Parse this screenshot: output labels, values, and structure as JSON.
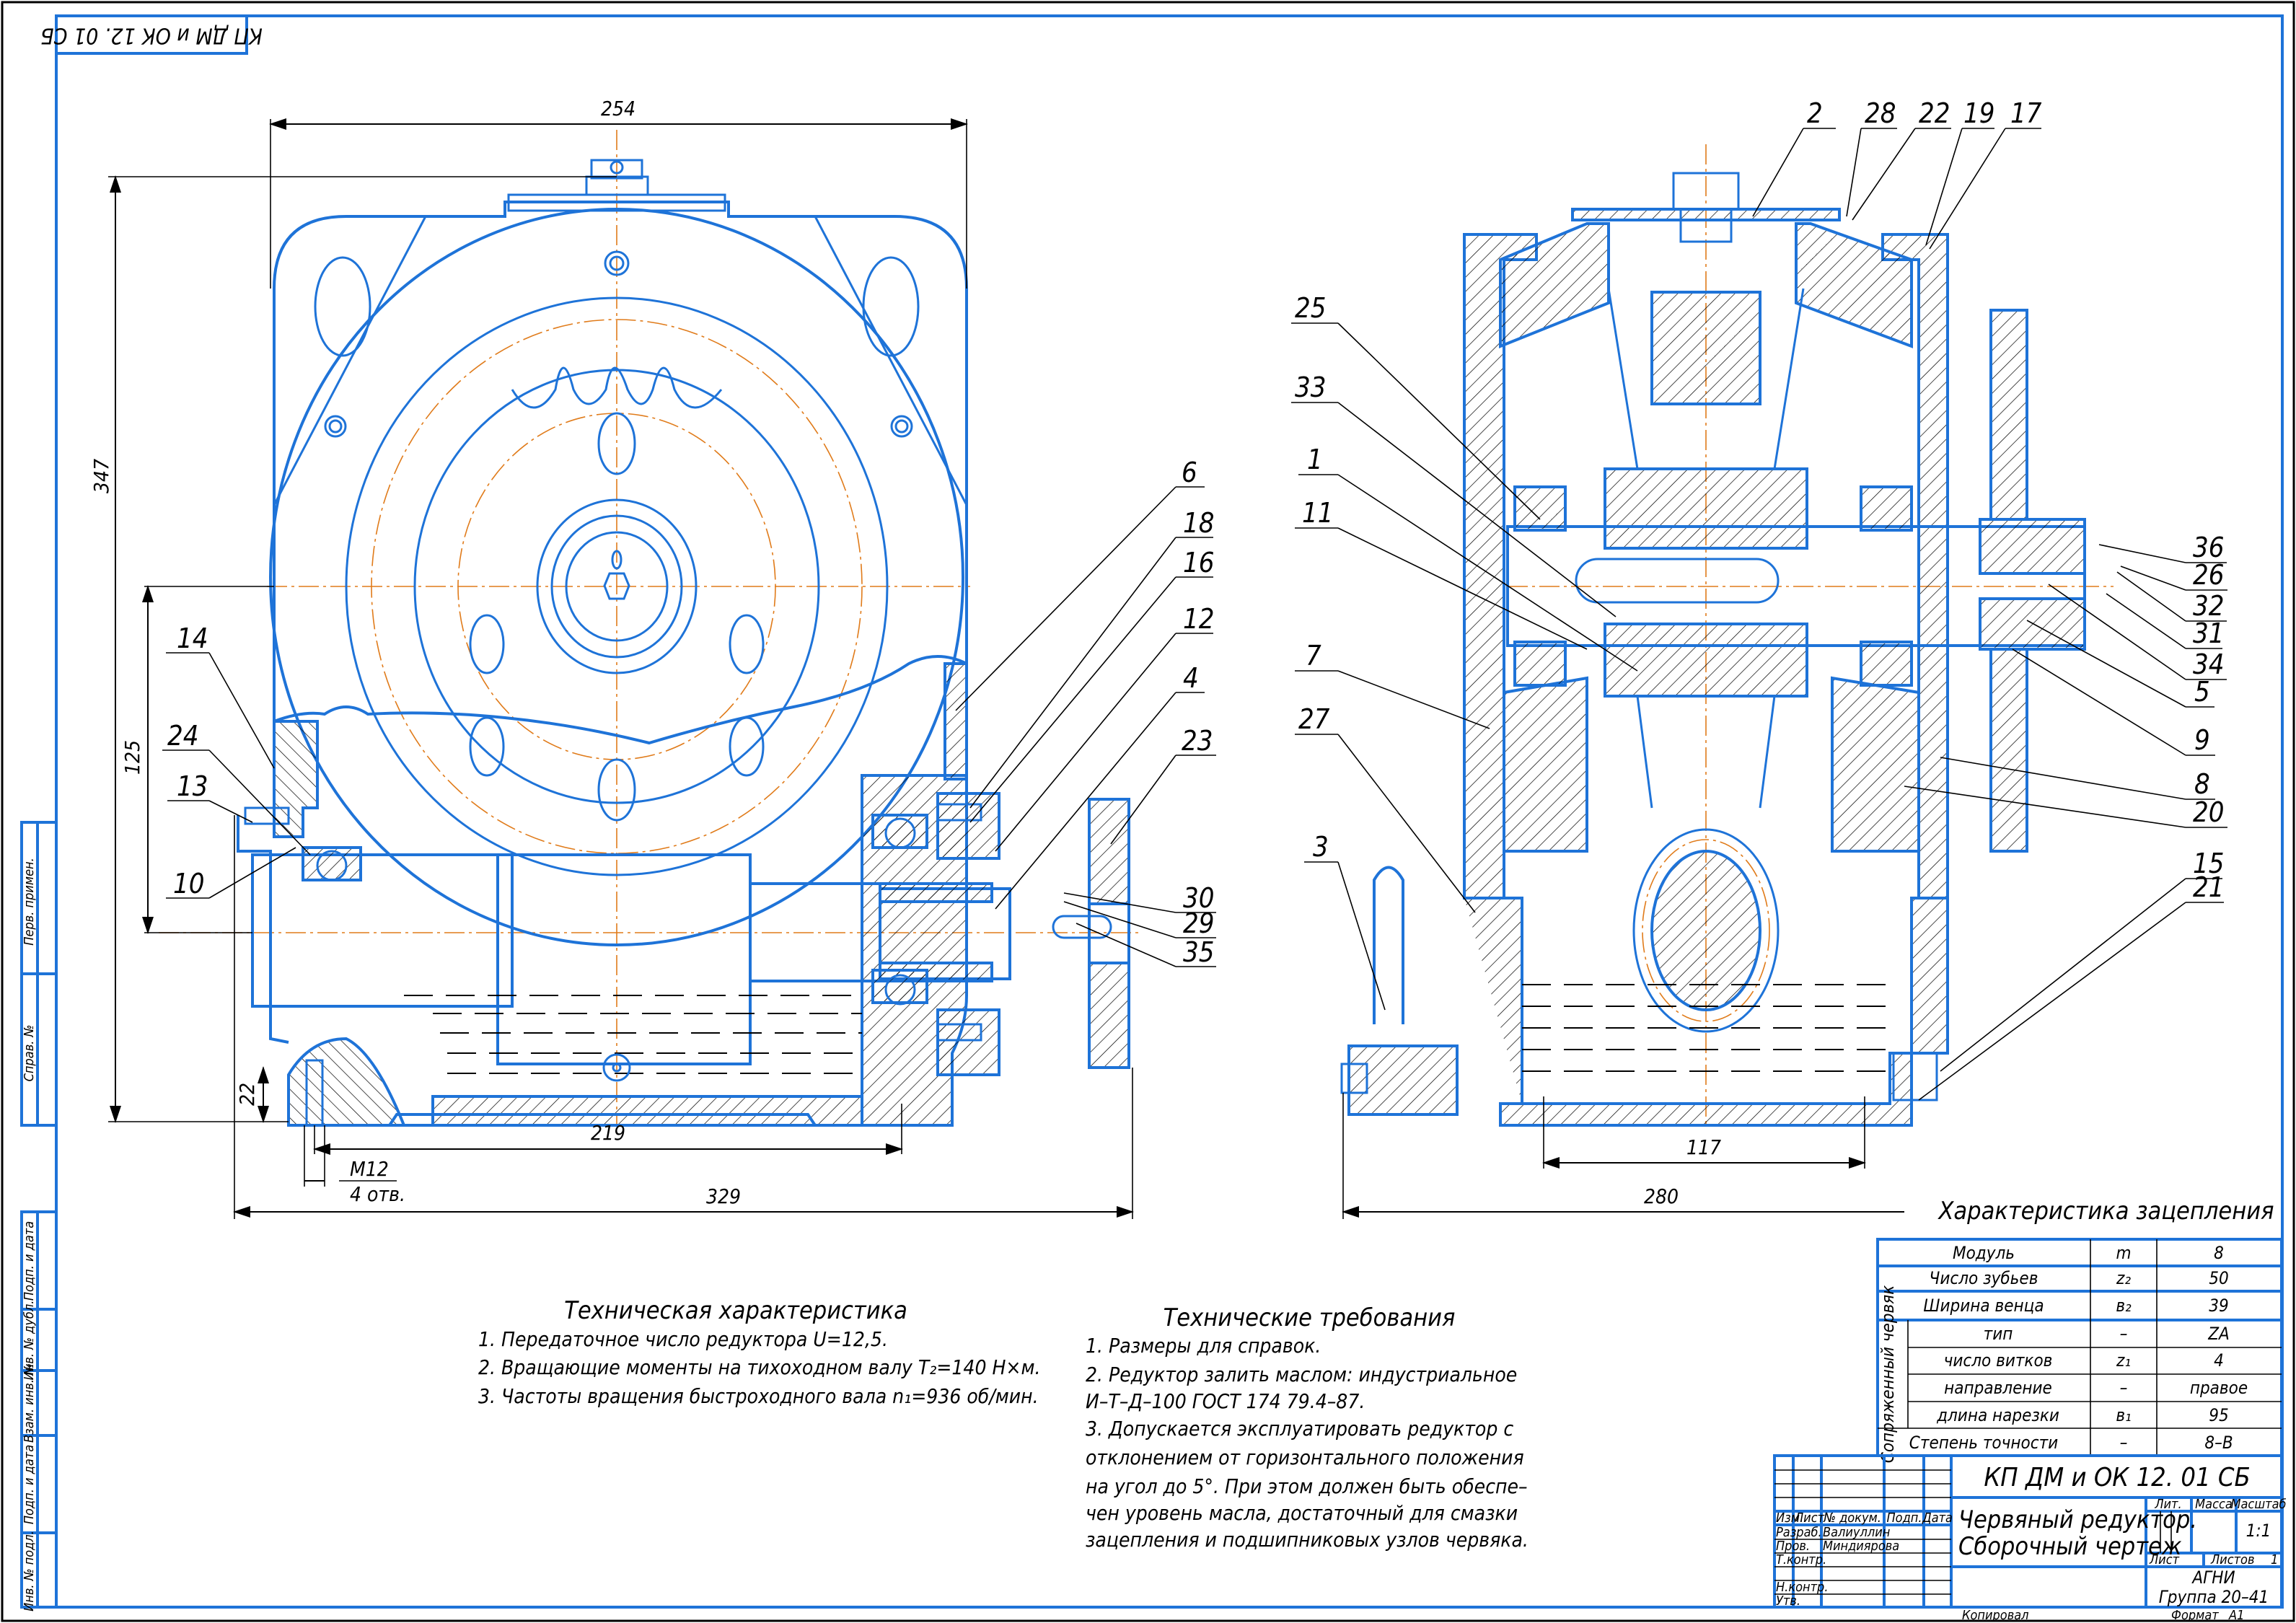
{
  "drawing": {
    "designation": "КП ДМ и ОК 12. 01 СБ",
    "designation_rotated": "КП ДМ и ОК 12. 01 СБ",
    "colors": {
      "outline": "#1e73d8",
      "axis": "#e07b1a",
      "text": "#000000",
      "frame": "#000000"
    }
  },
  "left_view": {
    "dimensions": {
      "width_top": "254",
      "height_total": "347",
      "axis_height": "125",
      "base_height": "22",
      "bolt_spacing": "219",
      "bolt_thread": "M12",
      "bolt_count": "4 отв.",
      "overall_length": "329"
    },
    "part_labels": [
      "14",
      "24",
      "13",
      "10",
      "6",
      "18",
      "16",
      "12",
      "4",
      "23",
      "30",
      "29",
      "35"
    ]
  },
  "right_view": {
    "dimensions": {
      "inner_span": "117",
      "overall_width": "280"
    },
    "part_labels_top": [
      "2",
      "28",
      "22",
      "19",
      "17"
    ],
    "part_labels_left": [
      "25",
      "33",
      "1",
      "11",
      "7",
      "27",
      "3"
    ],
    "part_labels_right": [
      "36",
      "26",
      "32",
      "31",
      "34",
      "5",
      "9",
      "8",
      "20",
      "15",
      "21"
    ]
  },
  "tech_characteristics": {
    "title": "Техническая характеристика",
    "items": [
      "1. Передаточное число редуктора U=12,5.",
      "2. Вращающие моменты на тихоходном валу T₂=140 Н×м.",
      "3. Частоты вращения быстроходного вала n₁=936 об/мин."
    ]
  },
  "tech_requirements": {
    "title": "Технические требования",
    "lines": [
      "1. Размеры для справок.",
      "2. Редуктор залить маслом: индустриальное",
      "И–Т–Д–100 ГОСТ 174 79.4–87.",
      "3. Допускается эксплуатировать редуктор с",
      "отклонением от горизонтального положения",
      "на угол до 5°. При этом должен быть обеспе–",
      "чен уровень масла, достаточный для смазки",
      "зацепления и подшипниковых узлов червяка."
    ]
  },
  "mesh_table": {
    "title": "Характеристика зацепления",
    "group_label": "Сопряженный червяк",
    "rows": [
      {
        "name": "Модуль",
        "symbol": "m",
        "value": "8"
      },
      {
        "name": "Число зубьев",
        "symbol": "z₂",
        "value": "50"
      },
      {
        "name": "Ширина венца",
        "symbol": "в₂",
        "value": "39"
      },
      {
        "name": "тип",
        "symbol": "–",
        "value": "ZA"
      },
      {
        "name": "число витков",
        "symbol": "z₁",
        "value": "4"
      },
      {
        "name": "направление",
        "symbol": "–",
        "value": "правое"
      },
      {
        "name": "длина нарезки",
        "symbol": "в₁",
        "value": "95"
      },
      {
        "name": "Степень точности",
        "symbol": "–",
        "value": "8–В"
      }
    ]
  },
  "title_block": {
    "designation": "КП ДМ и ОК 12. 01 СБ",
    "name_line1": "Червяный редуктор.",
    "name_line2": "Сборочный чертеж",
    "headers": {
      "izm": "Изм.",
      "list": "Лист",
      "doc": "№ докум.",
      "sign": "Подп.",
      "date": "Дата"
    },
    "roles": [
      {
        "role": "Разраб.",
        "person": "Валиуллин"
      },
      {
        "role": "Пров.",
        "person": "Миндиярова"
      },
      {
        "role": "Т.контр.",
        "person": ""
      },
      {
        "role": "",
        "person": ""
      },
      {
        "role": "Н.контр.",
        "person": ""
      },
      {
        "role": "Утв.",
        "person": ""
      }
    ],
    "lit_label": "Лит.",
    "mass_label": "Масса",
    "scale_label": "Масштаб",
    "scale_value": "1:1",
    "sheet_label": "Лист",
    "sheets_label": "Листов",
    "sheets_value": "1",
    "org_line1": "АГНИ",
    "org_line2": "Группа 20–41",
    "copied_label": "Копировал",
    "format_label": "Формат",
    "format_value": "A1"
  },
  "side_stamp": {
    "upper": [
      "Перв. примен.",
      "Справ. №"
    ],
    "lower": [
      "Подп. и дата",
      "Инв. № дубл.",
      "Взам. инв. №",
      "Подп. и дата",
      "Инв. № подл."
    ]
  }
}
